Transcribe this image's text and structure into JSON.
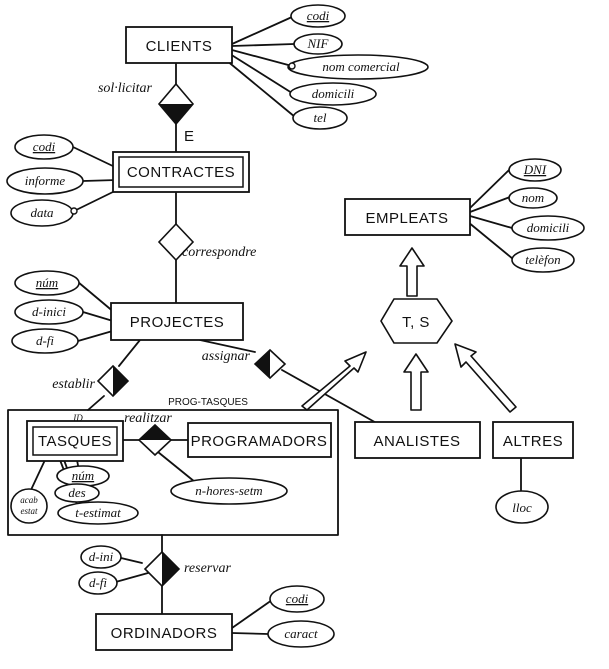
{
  "entities": {
    "clients": "CLIENTS",
    "contractes": "CONTRACTES",
    "empleats": "EMPLEATS",
    "projectes": "PROJECTES",
    "tasques": "TASQUES",
    "programadors": "PROGRAMADORS",
    "analistes": "ANALISTES",
    "altres": "ALTRES",
    "ordinadors": "ORDINADORS"
  },
  "aggregation_label": "PROG-TASQUES",
  "relationships": {
    "solicitar": "sol·licitar",
    "correspondre": "correspondre",
    "establir": "establir",
    "assignar": "assignar",
    "realitzar": "realitzar",
    "reservar": "reservar"
  },
  "markers": {
    "existence_e": "E",
    "id_mark": "ID",
    "specialization": "T, S"
  },
  "attributes": {
    "clients": [
      "codi",
      "NIF",
      "nom comercial",
      "domicili",
      "tel"
    ],
    "contractes": [
      "codi",
      "informe",
      "data"
    ],
    "empleats": [
      "DNI",
      "nom",
      "domicili",
      "telèfon"
    ],
    "projectes": [
      "núm",
      "d-inici",
      "d-fi"
    ],
    "tasques": [
      "núm",
      "des",
      "t-estimat",
      "acab",
      "estat"
    ],
    "realitzar": [
      "n-hores-setm"
    ],
    "altres": [
      "lloc"
    ],
    "reservar": [
      "d-ini",
      "d-fi"
    ],
    "ordinadors": [
      "codi",
      "caract"
    ]
  }
}
